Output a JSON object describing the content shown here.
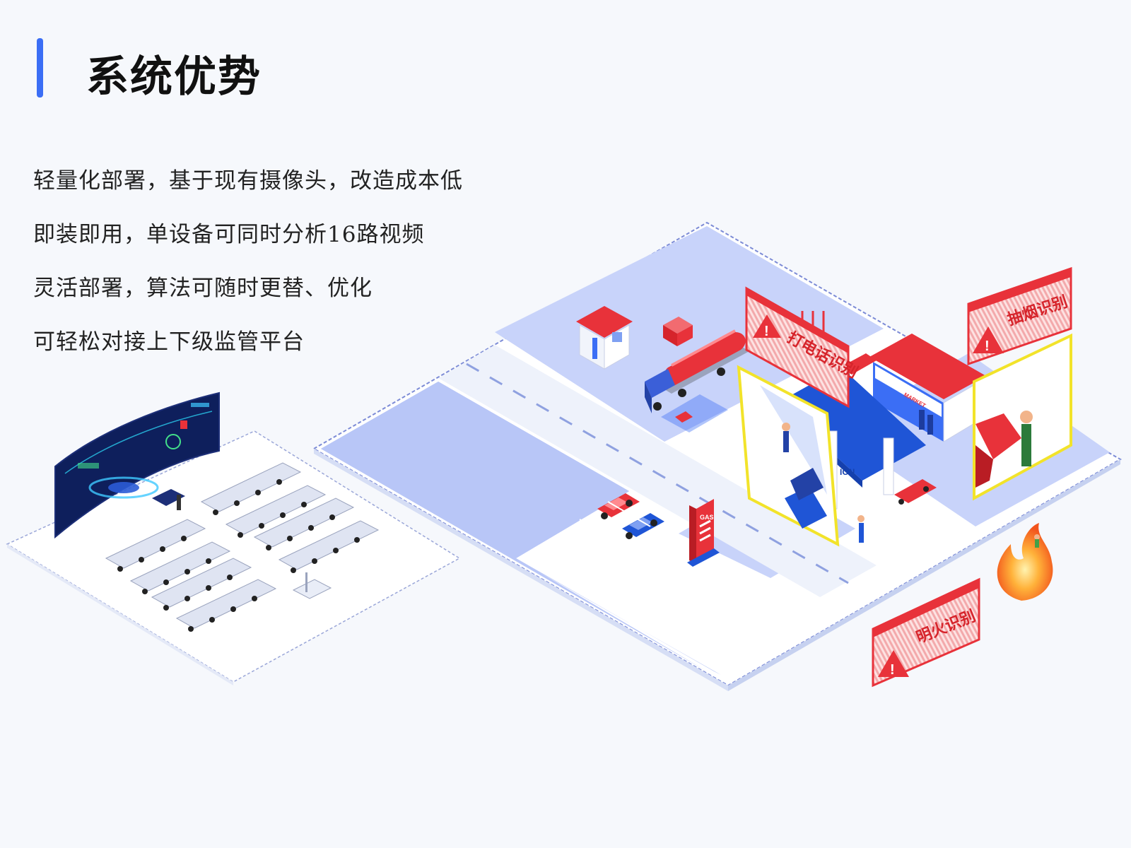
{
  "title": "系统优势",
  "points": [
    "轻量化部署，基于现有摄像头，改造成本低",
    "即装即用，单设备可同时分析16路视频",
    "灵活部署，算法可随时更替、优化",
    "可轻松对接上下级监管平台"
  ],
  "alerts": {
    "phone": "打电话识别",
    "smoking": "抽烟识别",
    "fire": "明火识别"
  },
  "signs": {
    "market": "MARKET",
    "gas": "GAS",
    "station": "ION"
  },
  "colors": {
    "accent": "#3b6ef5",
    "alert": "#e8323a",
    "ground": "#b8c6f7",
    "road": "#eef2fb"
  }
}
